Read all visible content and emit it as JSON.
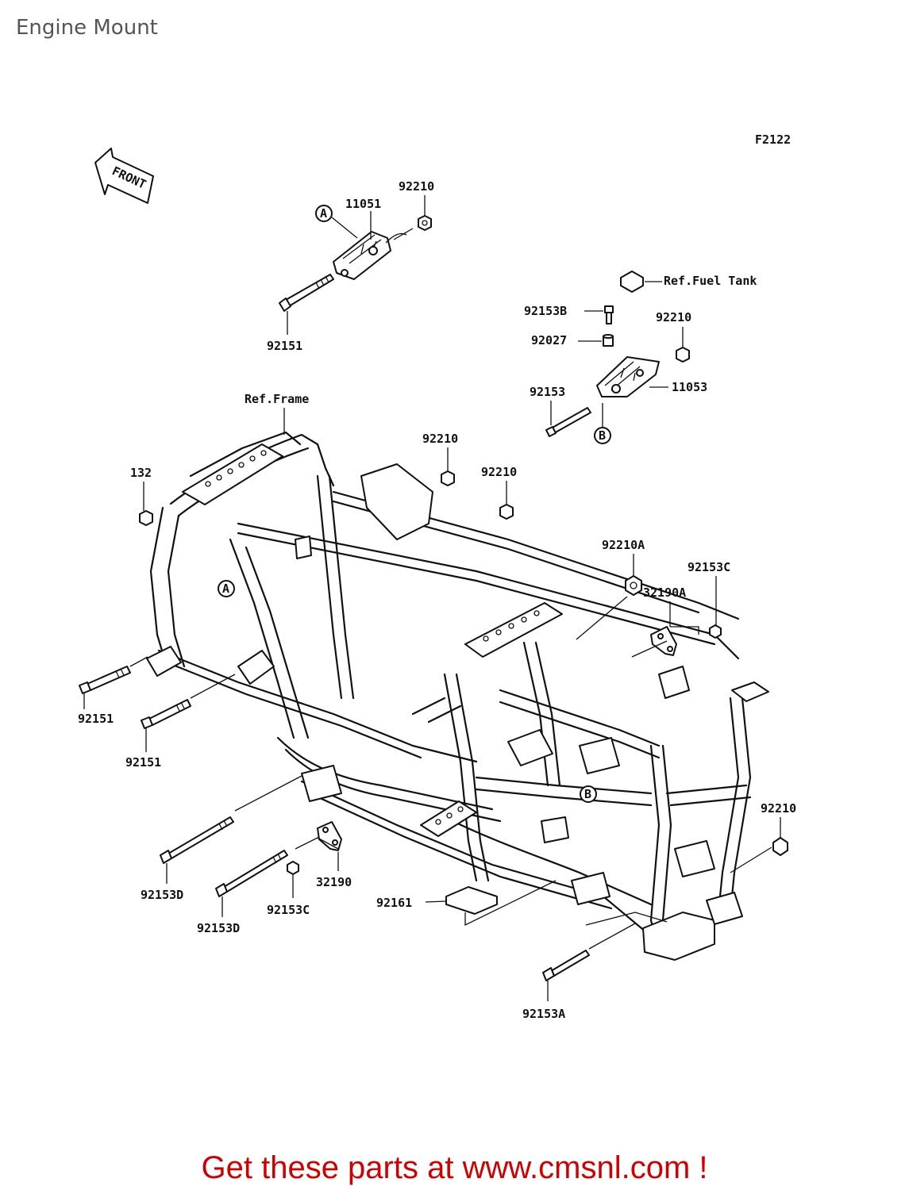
{
  "page": {
    "title": "Engine Mount",
    "footer": "Get these parts at www.cmsnl.com !"
  },
  "diagram": {
    "figure_code": "F2122",
    "front_arrow": "FRONT",
    "refs": {
      "frame": "Ref.Frame",
      "fuel_tank": "Ref.Fuel Tank"
    },
    "callouts": {
      "a": "A",
      "b": "B"
    },
    "parts": {
      "p11051": "11051",
      "p92210_top": "92210",
      "p92151_top": "92151",
      "p92153b": "92153B",
      "p92027": "92027",
      "p92210_right": "92210",
      "p11053": "11053",
      "p92153": "92153",
      "p92210_center": "92210",
      "p92210_center2": "92210",
      "p132": "132",
      "p92210a": "92210A",
      "p92153c_right": "92153C",
      "p32190a": "32190A",
      "p92151_left": "92151",
      "p92151_left2": "92151",
      "p92210_lower_right": "92210",
      "p92153d_left": "92153D",
      "p92153c_bottom": "92153C",
      "p32190": "32190",
      "p92161": "92161",
      "p92153d_bottom": "92153D",
      "p92153a": "92153A"
    }
  }
}
